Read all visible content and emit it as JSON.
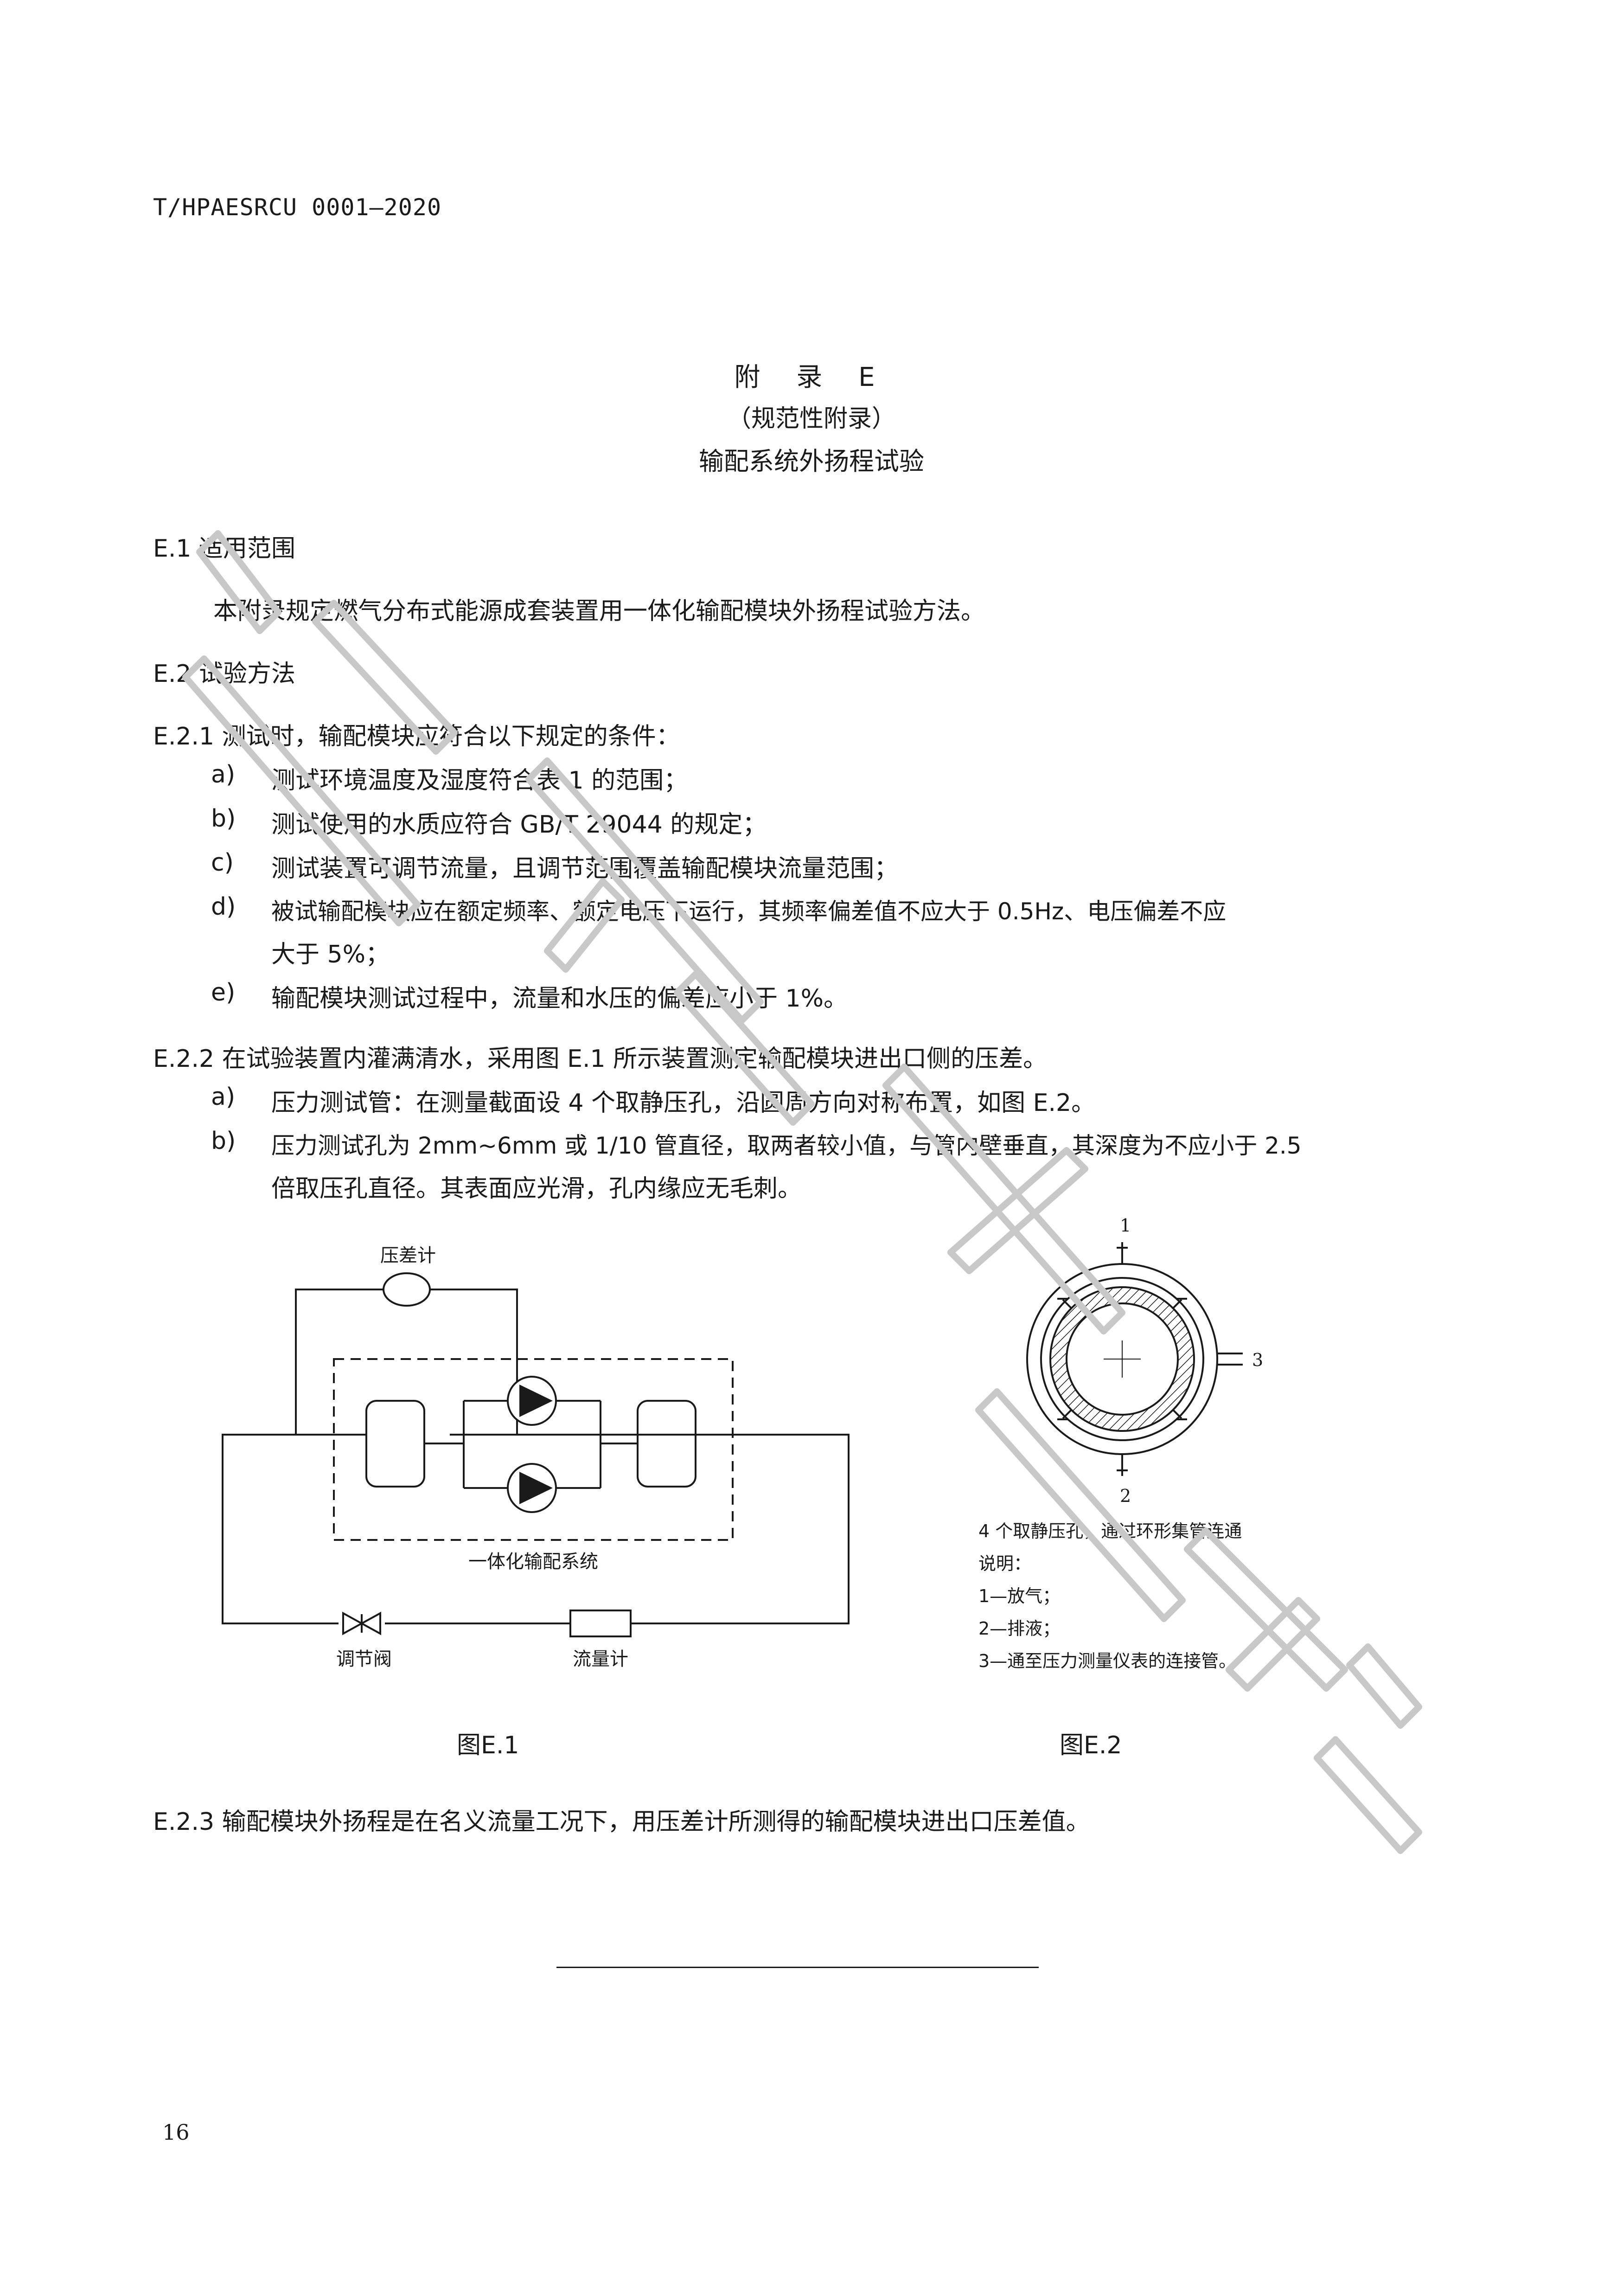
{
  "header": {
    "std_code": "T/HPAESRCU 0001—2020"
  },
  "title": {
    "appendix": "附 录 E",
    "type": "（规范性附录）",
    "name": "输配系统外扬程试验"
  },
  "sections": {
    "e1_heading": "E.1 适用范围",
    "e1_text": "本附录规定燃气分布式能源成套装置用一体化输配模块外扬程试验方法。",
    "e2_heading": "E.2 试验方法",
    "e21_intro": "E.2.1 测试时，输配模块应符合以下规定的条件：",
    "e21_items": [
      {
        "label": "a)",
        "text": "测试环境温度及湿度符合表 1 的范围；"
      },
      {
        "label": "b)",
        "text": "测试使用的水质应符合 GB/T 29044 的规定；"
      },
      {
        "label": "c)",
        "text": "测试装置可调节流量，且调节范围覆盖输配模块流量范围；"
      },
      {
        "label": "d)",
        "text": "被试输配模块应在额定频率、额定电压下运行，其频率偏差值不应大于 0.5Hz、电压偏差不应",
        "text2": "大于 5%；"
      },
      {
        "label": "e)",
        "text": "输配模块测试过程中，流量和水压的偏差应小于 1%。"
      }
    ],
    "e22_intro": "E.2.2 在试验装置内灌满清水，采用图 E.1 所示装置测定输配模块进出口侧的压差。",
    "e22_items": [
      {
        "label": "a)",
        "text": "压力测试管：在测量截面设 4 个取静压孔，沿圆周方向对称布置，如图 E.2。"
      },
      {
        "label": "b)",
        "text": "压力测试孔为 2mm~6mm 或 1/10 管直径，取两者较小值，与管内壁垂直，其深度为不应小于 2.5",
        "text2": "倍取压孔直径。其表面应光滑，孔内缘应无毛刺。"
      }
    ],
    "e23_text": "E.2.3 输配模块外扬程是在名义流量工况下，用压差计所测得的输配模块进出口压差值。"
  },
  "figure1": {
    "dp_label": "压差计",
    "system_label": "一体化输配系统",
    "valve_label": "调节阀",
    "flow_label": "流量计",
    "caption": "图E.1"
  },
  "figure2": {
    "n1": "1",
    "n2": "2",
    "n3": "3",
    "note": "4 个取静压孔，通过环形集管连通",
    "legend_title": "说明：",
    "legend": [
      "1—放气；",
      "2—排液；",
      "3—通至压力测量仪表的连接管。"
    ],
    "caption": "图E.2"
  },
  "page_number": "16",
  "watermark_color": "#c8c8c8"
}
